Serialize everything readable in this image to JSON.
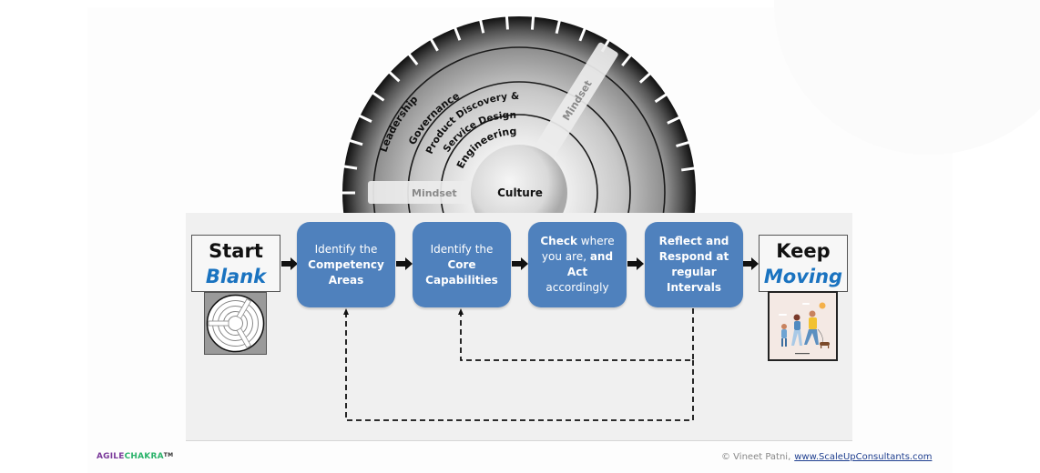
{
  "wheel": {
    "rings": [
      "Leadership",
      "Governance",
      "Product Discovery &",
      "Service Design",
      "Engineering"
    ],
    "core": "Culture",
    "spokes": [
      "Mindset",
      "Mindset"
    ]
  },
  "flow": {
    "start": {
      "line1": "Start",
      "line2": "Blank",
      "image": "maze-icon"
    },
    "steps": [
      {
        "parts": [
          [
            "Identify the",
            false
          ],
          [
            "Competency",
            true
          ],
          [
            "Areas",
            true
          ]
        ]
      },
      {
        "parts": [
          [
            "Identify the",
            false
          ],
          [
            "Core",
            true
          ],
          [
            "Capabilities",
            true
          ]
        ]
      },
      {
        "parts": [
          [
            "Check",
            true
          ],
          [
            " where you are, ",
            false
          ],
          [
            "and",
            true
          ],
          [
            "Act",
            true
          ],
          [
            "accordingly",
            false
          ]
        ]
      },
      {
        "parts": [
          [
            "Reflect and",
            true
          ],
          [
            "Respond at",
            true
          ],
          [
            "regular",
            true
          ],
          [
            "Intervals",
            true
          ]
        ]
      }
    ],
    "step_texts": {
      "s1_a": "Identify the",
      "s1_b": "Competency",
      "s1_c": "Areas",
      "s2_a": "Identify the",
      "s2_b": "Core",
      "s2_c": "Capabilities",
      "s3_a": "Check",
      "s3_b": " where you are, ",
      "s3_c": "and",
      "s3_d": "Act",
      "s3_e": "accordingly",
      "s4_a": "Reflect and",
      "s4_b": "Respond at",
      "s4_c": "regular",
      "s4_d": "Intervals"
    },
    "end": {
      "line1": "Keep",
      "line2": "Moving",
      "image": "family-walking-illustration"
    },
    "feedback_loops": [
      {
        "from": "Reflect and Respond at regular Intervals",
        "to": "Identify the Core Capabilities"
      },
      {
        "from": "Reflect and Respond at regular Intervals",
        "to": "Identify the Competency Areas"
      }
    ]
  },
  "footer": {
    "brand_part1": "AGILE",
    "brand_part2": "CHAKRA",
    "brand_tm": "TM",
    "copyright": "© Vineet Patni,",
    "link": "www.ScaleUpConsultants.com"
  },
  "colors": {
    "step_fill": "#4f81bd",
    "accent_text": "#1a73c0",
    "brand_purple": "#7a3a9a",
    "brand_green": "#2bb36b"
  }
}
